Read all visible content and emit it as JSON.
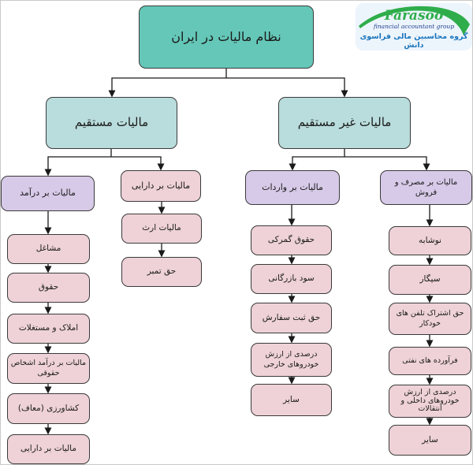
{
  "title": {
    "label": "نظام مالیات در ایران"
  },
  "logo": {
    "brand": "Farasoo",
    "subtitle": "financial accountant group",
    "tagline": "گروه محاسبین مالی فراسوی دانش"
  },
  "branches": {
    "direct": {
      "label": "مالیات مستقیم"
    },
    "indirect": {
      "label": "مالیات غیر مستقیم"
    }
  },
  "columns": [
    {
      "header": "مالیات بر درآمد",
      "items": [
        "مشاغل",
        "حقوق",
        "املاک و مستغلات",
        "مالیات بر درآمد اشخاص حقوقی",
        "کشاورزی (معاف)",
        "مالیات بر دارایی"
      ]
    },
    {
      "header": "مالیات بر دارایی",
      "items": [
        "مالیات ارث",
        "حق تمبر"
      ]
    },
    {
      "header": "مالیات بر واردات",
      "items": [
        "حقوق گمرکی",
        "سود بازرگانی",
        "حق ثبت سفارش",
        "درصدی از ارزش خودروهای خارجی",
        "سایر"
      ]
    },
    {
      "header": "مالیات بر مصرف و فروش",
      "items": [
        "نوشابه",
        "سیگار",
        "حق اشتراک تلفن های خودکار",
        "فرآورده های نفتی",
        "درصدی از ارزش خودروهای داخلی و انتقالات",
        "سایر"
      ]
    }
  ],
  "colors": {
    "root_fill": "#64c7b8",
    "branch_fill": "#b9dcdc",
    "purple_fill": "#d7cae8",
    "pink_fill": "#eed2d7",
    "line": "#1a1a1a",
    "logo_green": "#2ead4a",
    "logo_blue": "#1b75bc",
    "logo_navy": "#223f8c"
  }
}
